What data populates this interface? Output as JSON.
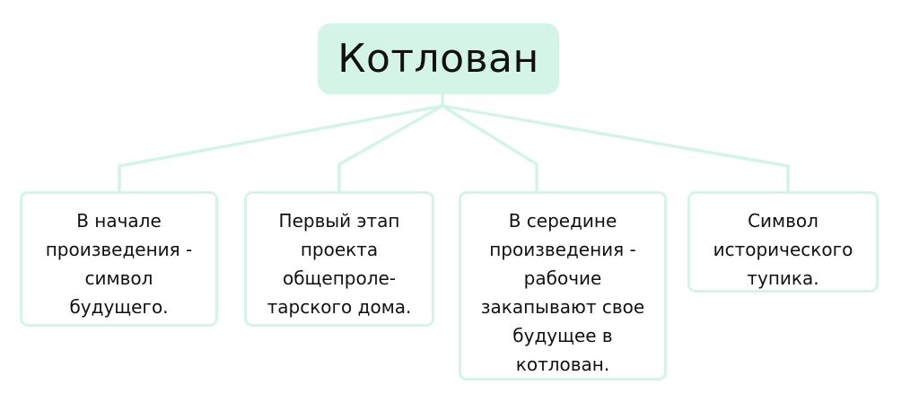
{
  "title": "Котлован",
  "colors": {
    "accent": "#d3f4e7",
    "text": "#111111"
  },
  "nodes": [
    {
      "text": "В начале\nпроизведения -\nсимвол\nбудущего."
    },
    {
      "text": "Первый этап\nпроекта\nобщепроле-\nтарского дома."
    },
    {
      "text": "В середине\nпроизведения -\nрабочие\nзакапывают свое\nбудущее в\nкотлован."
    },
    {
      "text": "Символ\nисторического\nтупика."
    }
  ]
}
